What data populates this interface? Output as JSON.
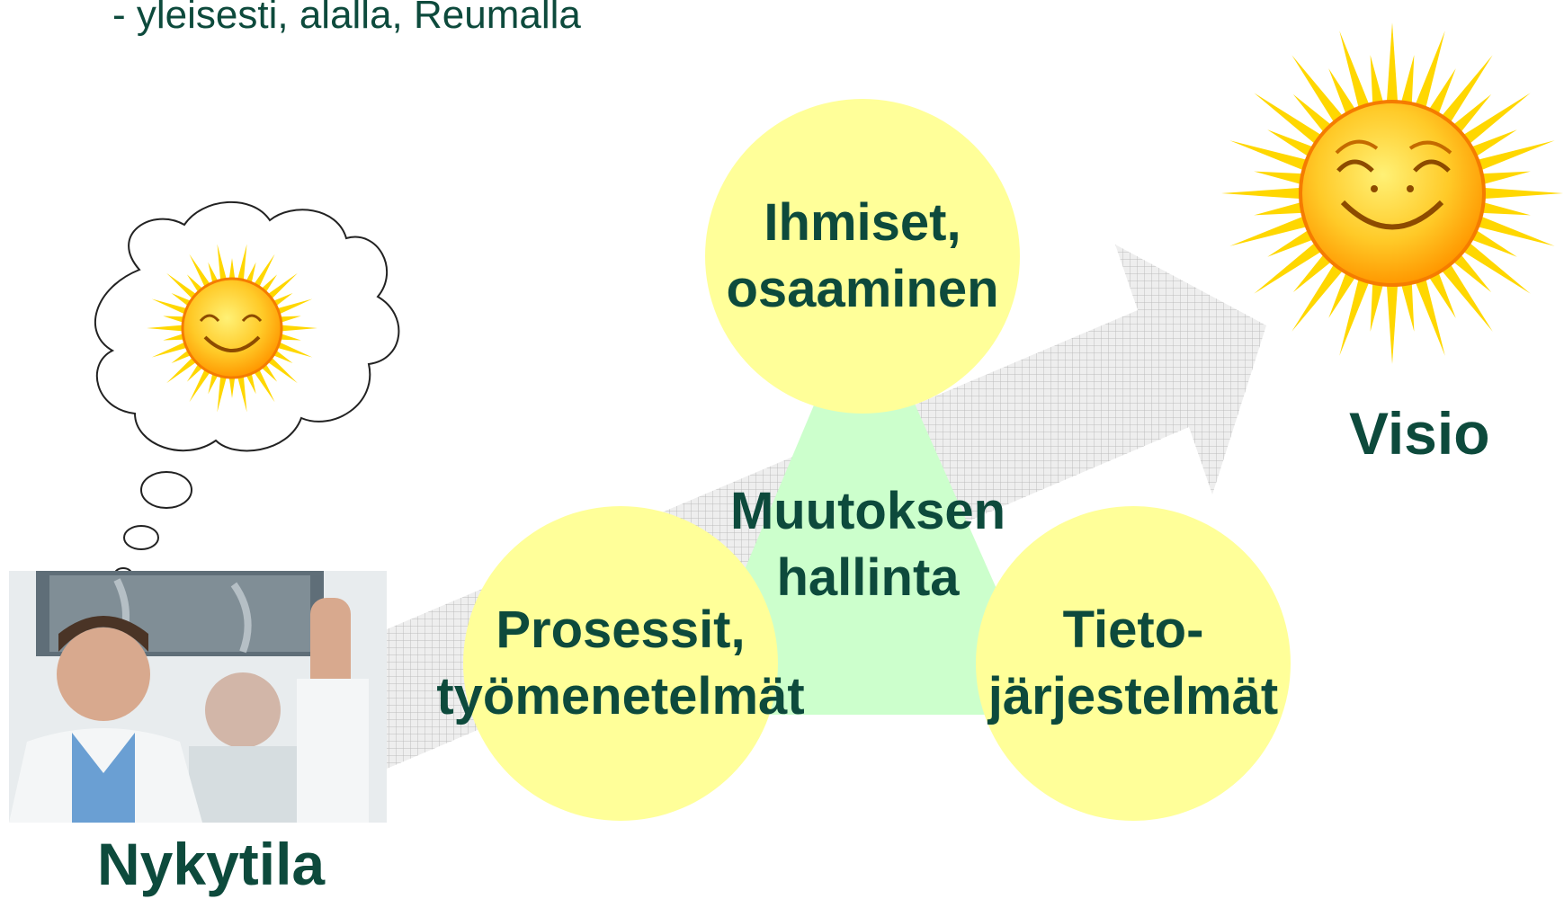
{
  "subtitle": "- yleisesti, alalla, Reumalla",
  "labels": {
    "current_state": "Nykytila",
    "vision": "Visio"
  },
  "center": {
    "line1": "Muutoksen",
    "line2": "hallinta"
  },
  "nodes": {
    "people": {
      "line1": "Ihmiset,",
      "line2": "osaaminen"
    },
    "processes": {
      "line1": "Prosessit,",
      "line2": "työmenetelmät"
    },
    "systems": {
      "line1": "Tieto-",
      "line2": "järjestelmät"
    }
  },
  "colors": {
    "text": "#0d4a3c",
    "circle_fill": "#ffff99",
    "triangle_fill": "#ccffcc",
    "arrow_fill": "#d9d9d9",
    "sun_rays": "#ffd700",
    "sun_face": "#ffb300"
  }
}
